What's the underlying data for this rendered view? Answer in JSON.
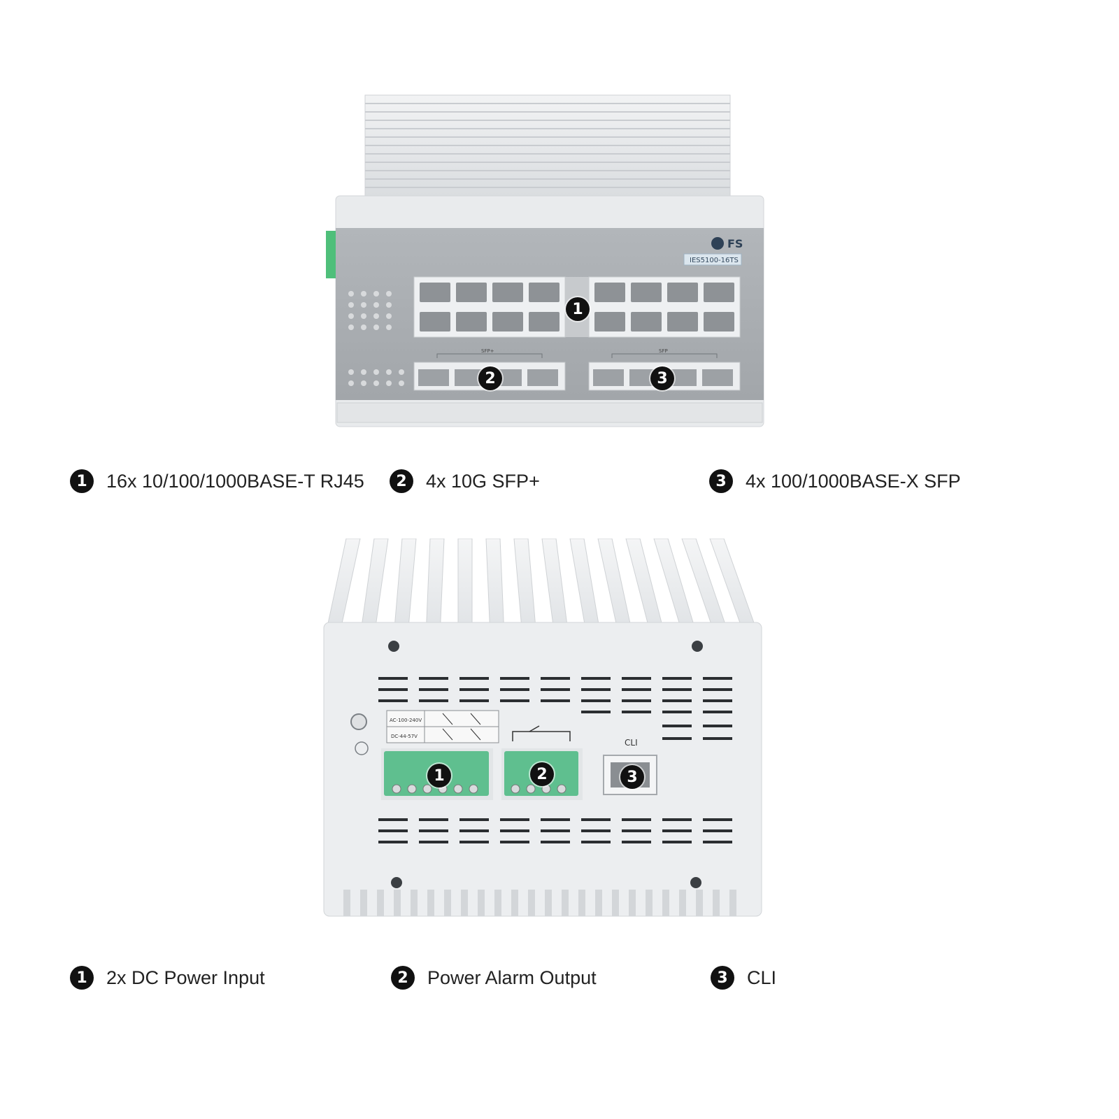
{
  "front": {
    "brand": "FS",
    "model": "IES5100-16TS",
    "sfp_plus_group": "SFP+",
    "sfp_group": "SFP",
    "callouts": [
      "1",
      "2",
      "3"
    ],
    "legend": [
      {
        "num": "1",
        "text": "16x 10/100/1000BASE-T RJ45"
      },
      {
        "num": "2",
        "text": "4x 10G SFP+"
      },
      {
        "num": "3",
        "text": "4x 100/1000BASE-X SFP"
      }
    ]
  },
  "rear": {
    "power_label_ac": "AC-100-240V",
    "power_label_dc": "DC-44-57V",
    "cli_label": "CLI",
    "callouts": [
      "1",
      "2",
      "3"
    ],
    "legend": [
      {
        "num": "1",
        "text": "2x DC Power Input"
      },
      {
        "num": "2",
        "text": "Power Alarm Output"
      },
      {
        "num": "3",
        "text": "CLI"
      }
    ]
  },
  "colors": {
    "chassis": "#e6e8ea",
    "panel": "#a9adb1",
    "terminal": "#5fbf8f",
    "badge": "#111111"
  }
}
